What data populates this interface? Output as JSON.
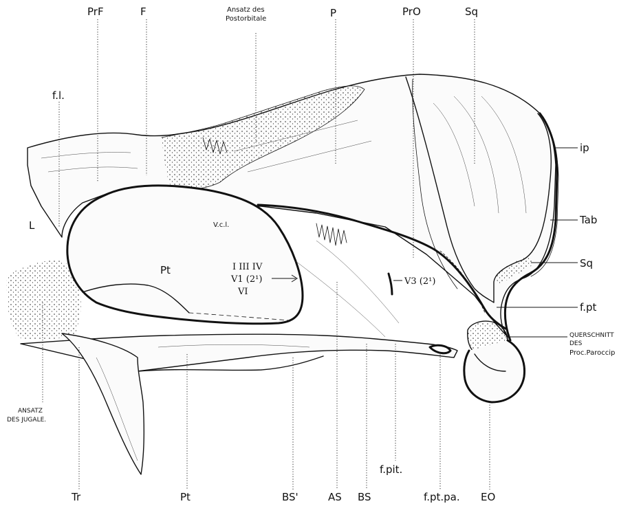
{
  "labels": {
    "prf": "PrF",
    "f": "F",
    "ansatz_postorbitale": [
      "Ansatz des",
      "Postorbitale"
    ],
    "p": "P",
    "pro": "PrO",
    "sq_top": "Sq",
    "fl": "f.l.",
    "ip": "ip",
    "tab": "Tab",
    "sq_right": "Sq",
    "fpt": "f.pt",
    "querschnitt": [
      "QUERSCHNITT",
      "DES",
      "Proc.Paroccip"
    ],
    "l": "L",
    "vcl": "V.c.l.",
    "pt_inner": "Pt",
    "nerves_left": [
      "I  III  IV",
      "V1 (2¹)",
      "VI"
    ],
    "nerve_v3": "V3 (2¹)",
    "ansatz_jugale": [
      "ANSATZ",
      "DES JUGALE."
    ],
    "tr": "Tr",
    "pt_bottom": "Pt",
    "bs_prime": "BS'",
    "as": "AS",
    "bs": "BS",
    "fpit": "f.pit.",
    "fptpa": "f.pt.pa.",
    "eo": "EO"
  }
}
